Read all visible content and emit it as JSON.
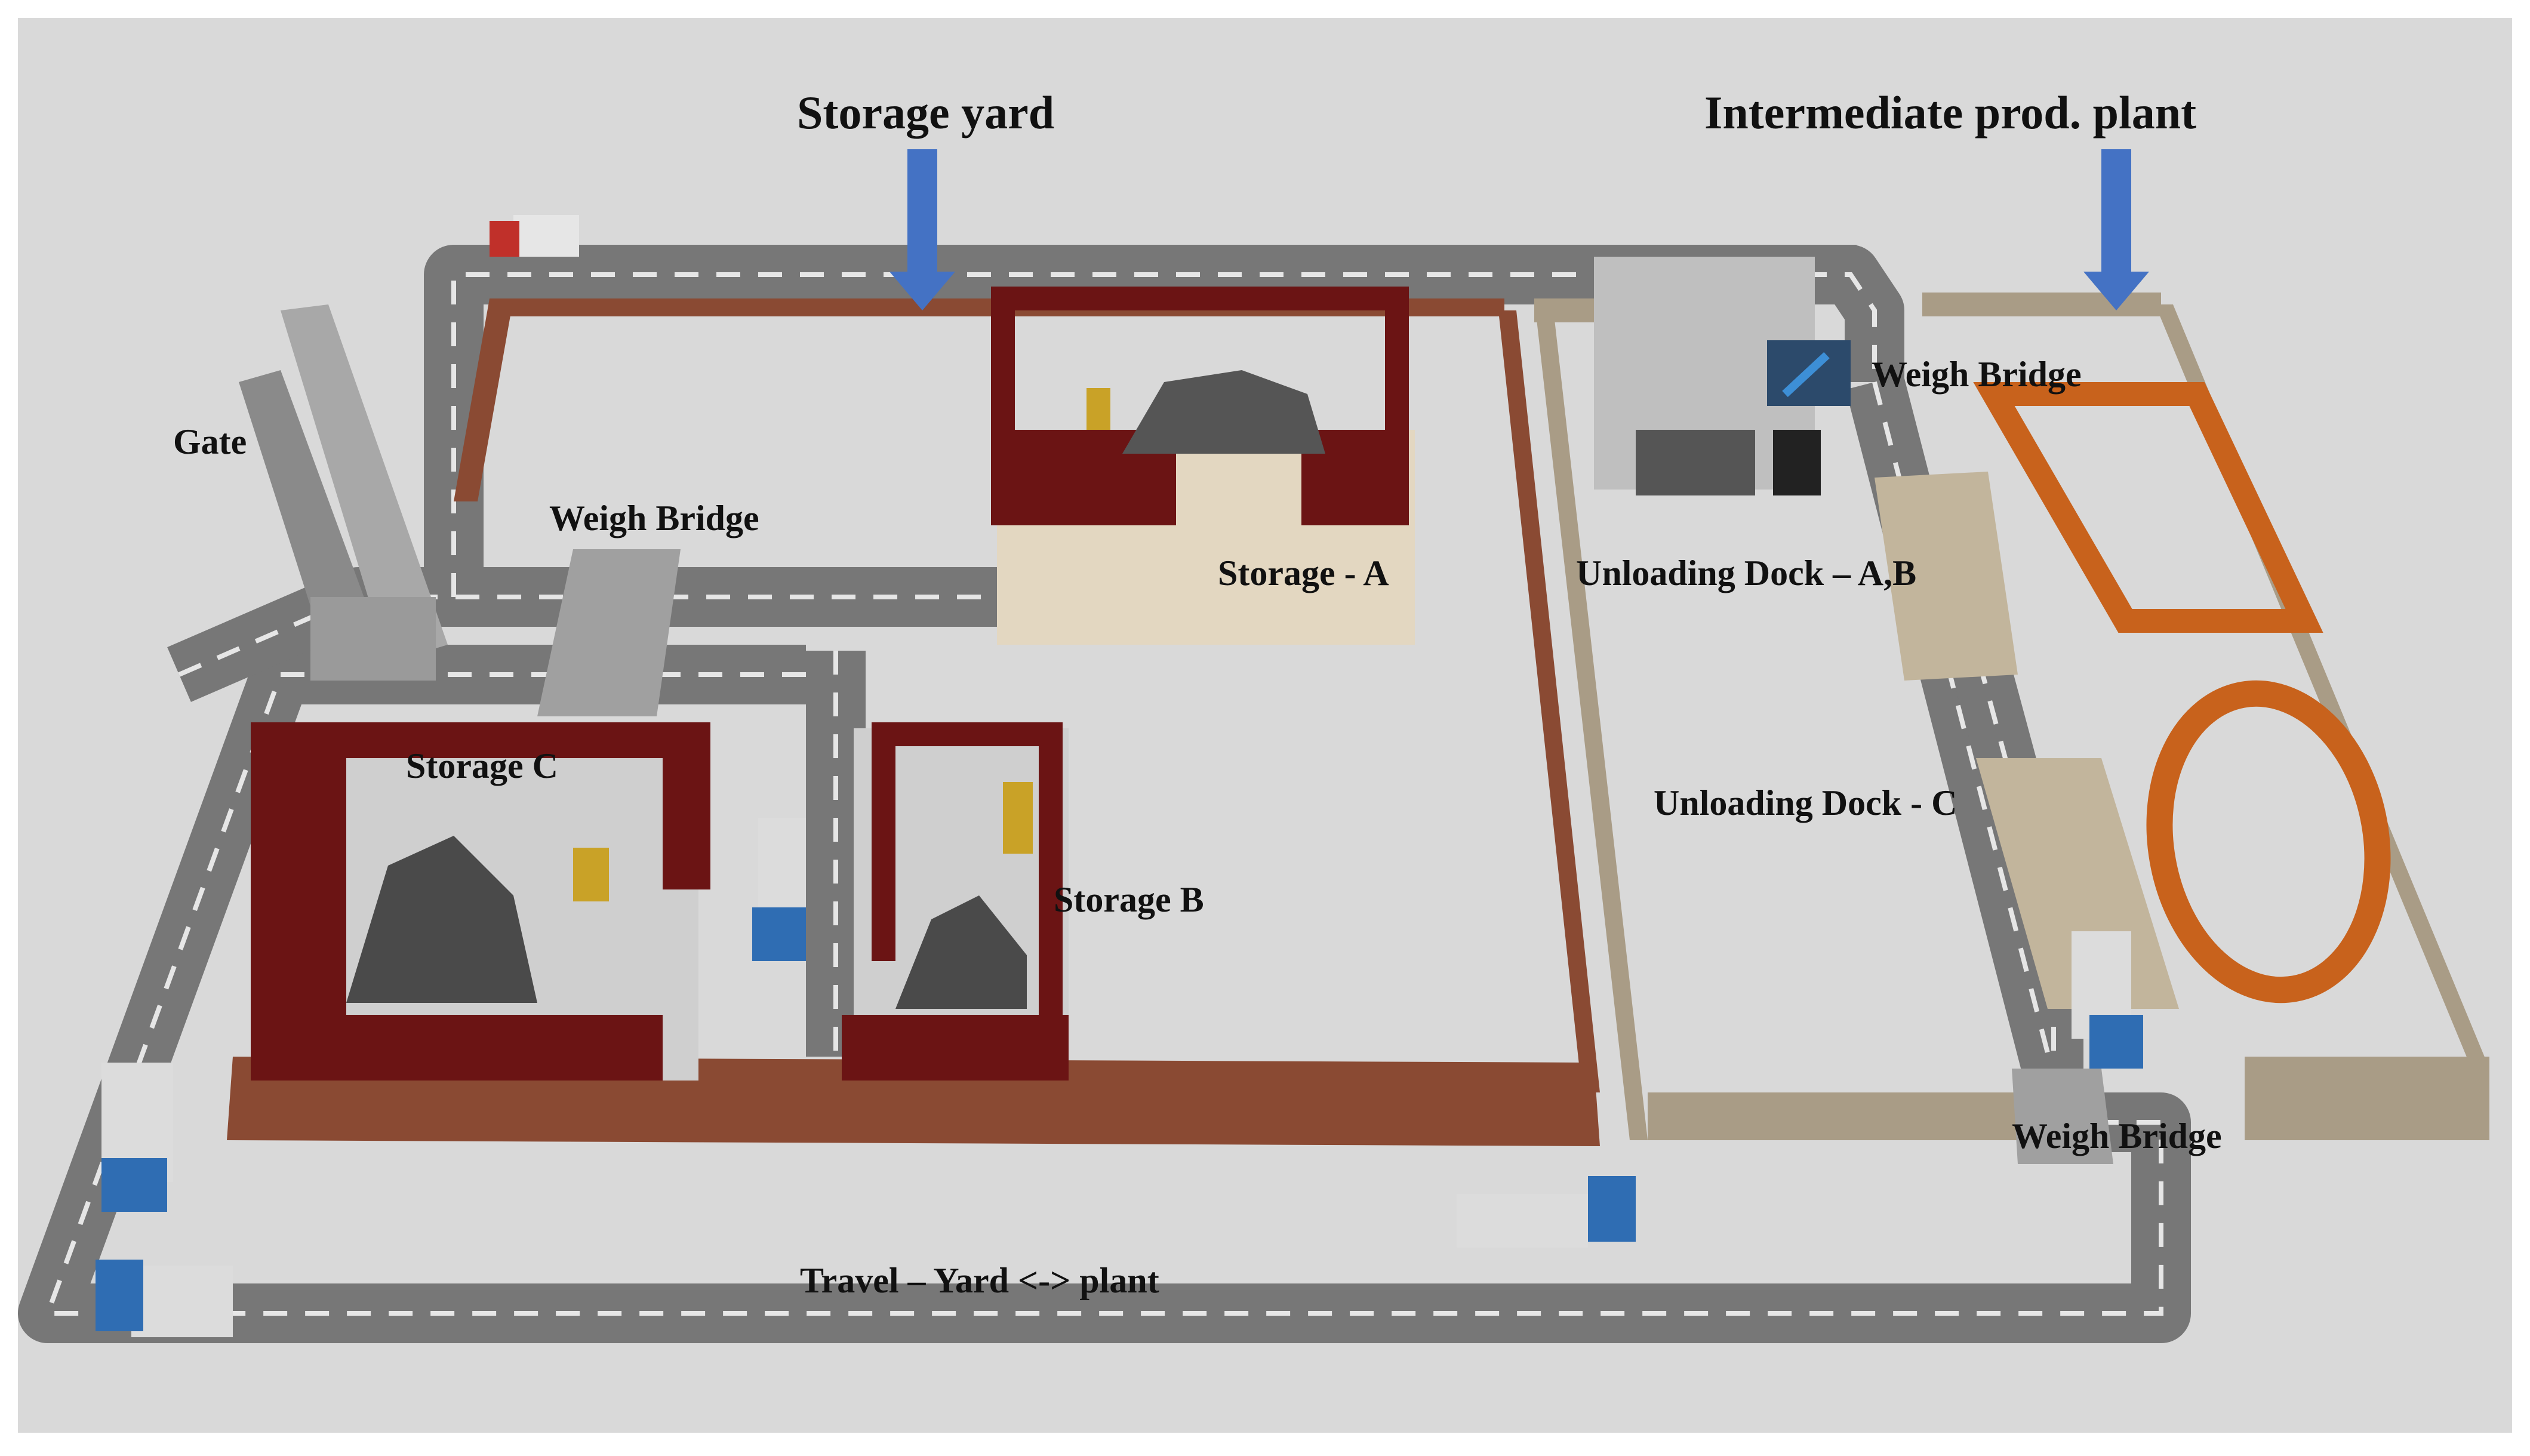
{
  "labels": {
    "storage_yard": "Storage yard",
    "intermediate_plant": "Intermediate prod. plant",
    "gate": "Gate",
    "weigh_bridge_yard": "Weigh Bridge",
    "storage_a": "Storage - A",
    "storage_b": "Storage B",
    "storage_c": "Storage C",
    "weigh_bridge_plant_top": "Weigh Bridge",
    "unloading_dock_ab": "Unloading Dock – A,B",
    "unloading_dock_c": "Unloading Dock - C",
    "weigh_bridge_plant_bottom": "Weigh Bridge",
    "travel": "Travel – Yard <-> plant"
  },
  "colors": {
    "background": "#d9d9d9",
    "road": "#777777",
    "road_dash": "#e6e6e6",
    "storage_wall": "#6b1414",
    "brick_wall": "#8a4a33",
    "plant_wall": "#a99c86",
    "plant_enclosure": "#c8621c",
    "arrow": "#4472c4",
    "truck_cab": "#2f6db3"
  },
  "icons": {
    "arrow_storage_yard": "down-arrow-icon",
    "arrow_plant": "down-arrow-icon",
    "coal_pile": "coal-pile-icon",
    "truck": "truck-icon",
    "forklift": "forklift-icon",
    "wrench": "wrench-icon"
  }
}
